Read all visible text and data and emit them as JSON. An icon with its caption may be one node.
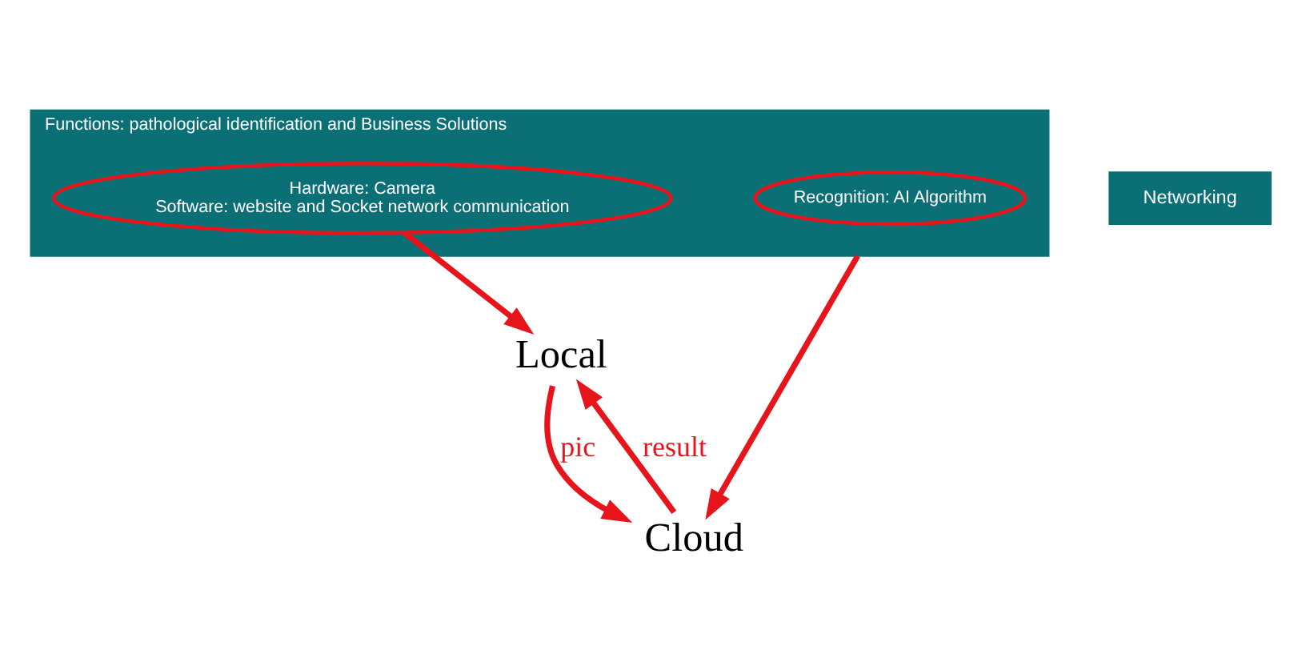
{
  "diagram": {
    "nodes": [
      {
        "text": [
          "Functions: pathological identification and Business Solutions"
        ]
      },
      {
        "text": [
          "Hardware: Camera",
          "Software: website and Socket network communication"
        ],
        "in": 0
      },
      {
        "text": [
          "Recognition: AI Algorithm"
        ],
        "in": 0
      },
      {
        "text": [
          "Networking"
        ]
      },
      {
        "text": [
          "Local"
        ]
      },
      {
        "text": [
          "Cloud"
        ]
      }
    ],
    "edges": [
      {
        "from": 1,
        "to": 4,
        "arrow": "to"
      },
      {
        "from": 0,
        "to": 5,
        "arrow": "to"
      },
      {
        "from": 5,
        "to": 4,
        "arrow": "to",
        "label": "result"
      },
      {
        "from": 4,
        "to": 5,
        "arrow": "to",
        "label": "pic"
      }
    ]
  }
}
